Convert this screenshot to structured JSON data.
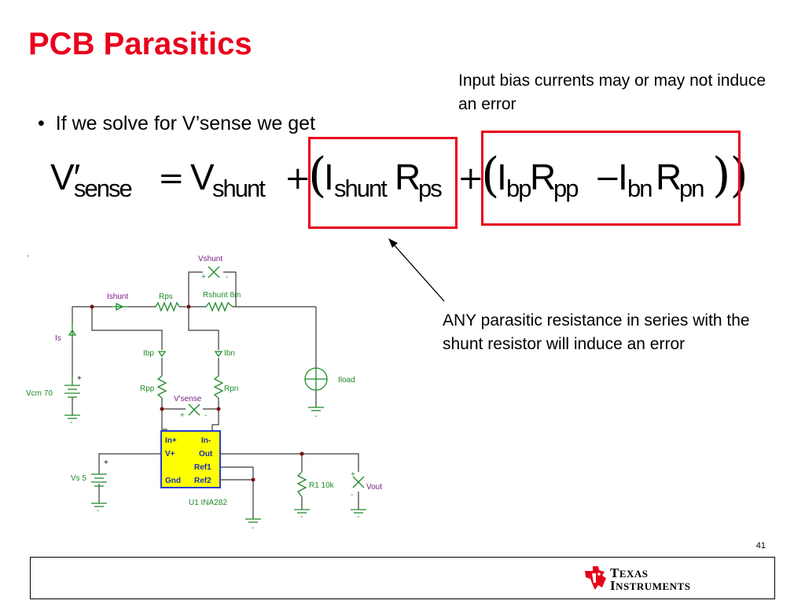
{
  "slide": {
    "title": "PCB Parasitics",
    "bullet": "If we solve for V’sense we get",
    "bullet_marker": "•",
    "callout_top": "Input bias currents may or may not induce an error",
    "callout_mid": "ANY parasitic resistance in series with the shunt resistor will induce an error",
    "slide_number": "41",
    "corner_mark": "."
  },
  "equation": {
    "lhs_symbol": "V′",
    "lhs_sub": "sense",
    "equals": "=",
    "v_shunt_symbol": "V",
    "v_shunt_sub": "shunt",
    "plus1": "+",
    "paren_open1": "(",
    "i_shunt_symbol": "I",
    "i_shunt_sub": "shunt",
    "r_ps_symbol": "R",
    "r_ps_sub": "ps",
    "plus2": "+",
    "paren_open2": "(",
    "i_bp_symbol": "I",
    "i_bp_sub": "bp",
    "r_pp_symbol": "R",
    "r_pp_sub": "pp",
    "minus": "−",
    "i_bn_symbol": "I",
    "i_bn_sub": "bn",
    "r_pn_symbol": "R",
    "r_pn_sub": "pn",
    "paren_close": "))"
  },
  "schematic": {
    "vshunt": "Vshunt",
    "ishunt": "Ishunt",
    "rps": "Rps",
    "rshunt": "Rshunt 8m",
    "is": "Is",
    "ibp": "Ibp",
    "ibn": "Ibn",
    "iload": "Iload",
    "vcm": "Vcm 70",
    "rpp": "Rpp",
    "rpn": "Rpn",
    "vsense": "V'sense",
    "in_plus": "In+",
    "in_minus": "In-",
    "v_plus": "V+",
    "out": "Out",
    "ref1": "Ref1",
    "gnd": "Gnd",
    "ref2": "Ref2",
    "vs": "Vs 5",
    "r1": "R1 10k",
    "vout": "Vout",
    "u1": "U1 INA282",
    "plus": "+",
    "minus": "-"
  },
  "logo": {
    "line1_cap": "T",
    "line1_rest": "EXAS",
    "line2_cap": "I",
    "line2_rest": "NSTRUMENTS"
  },
  "colors": {
    "title": "#e8001c",
    "highlight_box": "#e8001c",
    "schematic_wire": "#3a3a3a",
    "schematic_component": "#1e8a2a",
    "schematic_label": "#7a1f8a",
    "chip_fill": "#ffff00",
    "chip_border": "#2a3fd0",
    "chip_text": "#1a2fb0",
    "ti_logo": "#e8001c"
  },
  "icons": [
    "ti-logo-icon",
    "ammeter-icon",
    "voltmeter-icon",
    "battery-icon",
    "current-source-icon",
    "resistor-icon",
    "ground-icon"
  ]
}
